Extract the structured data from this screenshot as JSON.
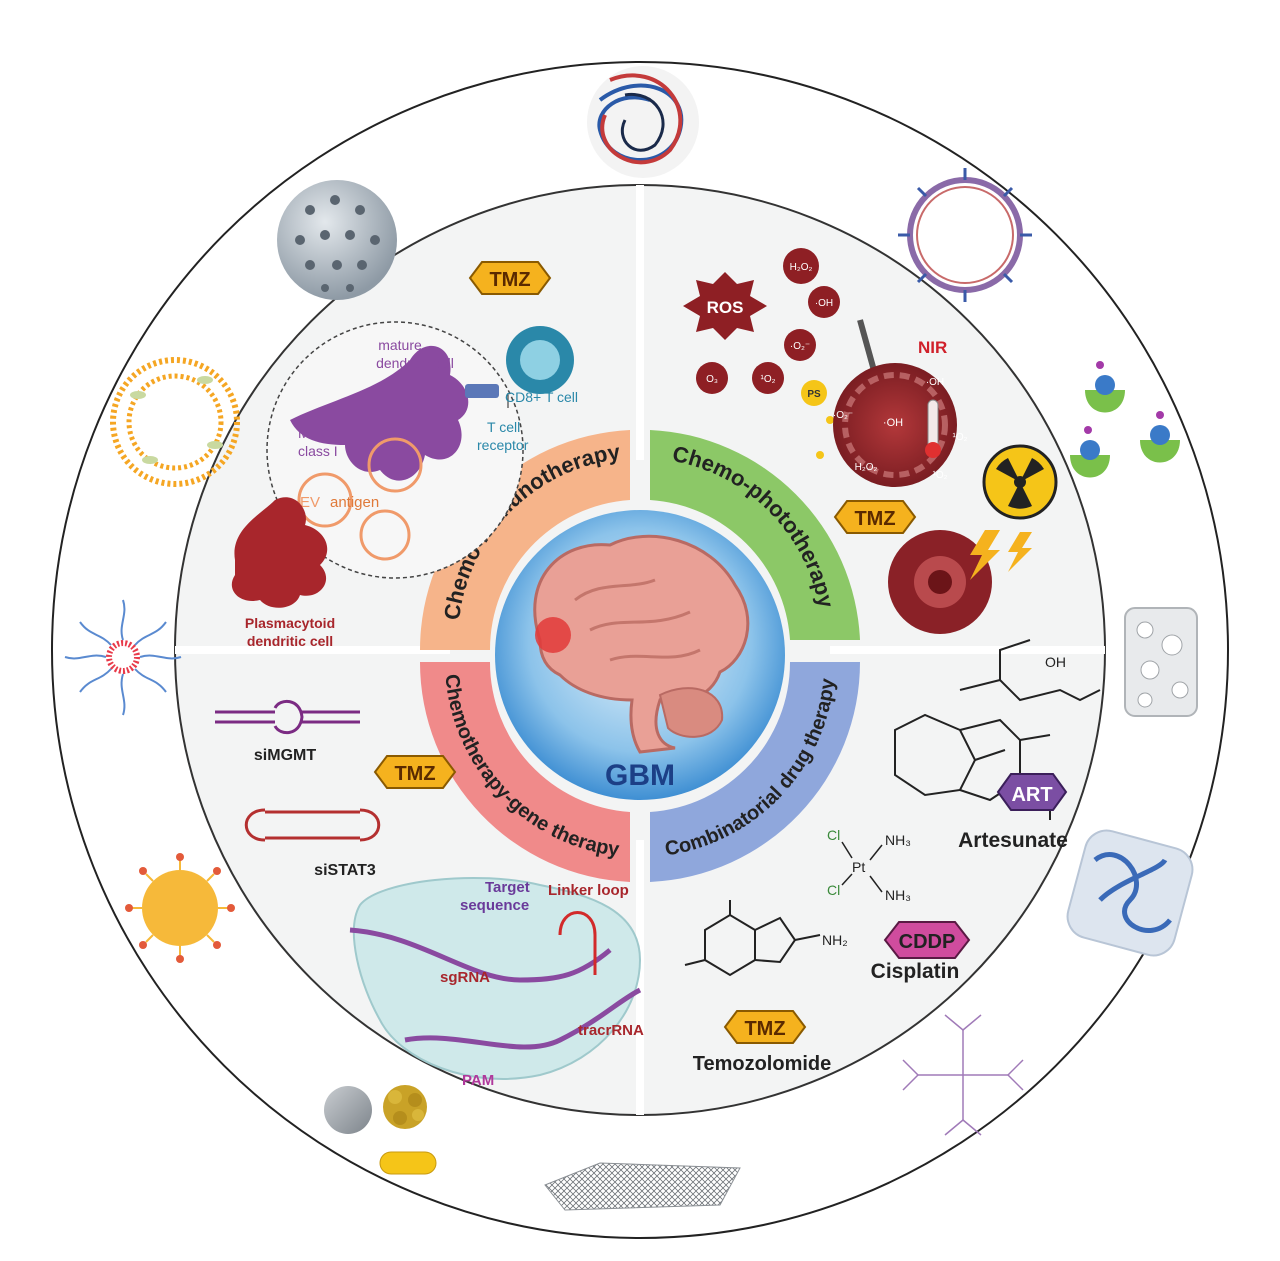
{
  "title": "Nanomedicine-based combination therapies for overcoming temozolomide resistance in glioblastoma",
  "center": {
    "label": "GBM"
  },
  "ring_segments": {
    "immuno": "Chemo-immunotherapy",
    "photo": "Chemo-phototherapy",
    "gene": "Chemotherapy-gene therapy",
    "drug": "Combinatorial drug therapy"
  },
  "immunotherapy_panel": {
    "tmz": "TMZ",
    "mature_dc_1": "mature",
    "mature_dc_2": "dendritic cell",
    "cd8": "CD8+ T cell",
    "tcr_1": "T cell",
    "tcr_2": "receptor",
    "mhc_1": "MHC",
    "mhc_2": "class I",
    "ev": "EV",
    "antigen": "antigen",
    "pdc_1": "Plasmacytoid",
    "pdc_2": "dendritic cell"
  },
  "phototherapy_panel": {
    "ros": "ROS",
    "h2o2_a": "H₂O₂",
    "oh_a": "·OH",
    "o2m_a": "·O₂⁻",
    "o3": "O₃",
    "singlet_a": "¹O₂",
    "nir": "NIR",
    "ps": "PS",
    "tumor_oh_1": "·OH",
    "tumor_oh_2": "·OH",
    "tumor_o2m": "·O₂⁻",
    "tumor_singlet_1": "¹O₂",
    "tumor_singlet_2": "¹O₂",
    "tumor_h2o2": "H₂O₂",
    "tmz": "TMZ"
  },
  "gene_panel": {
    "simgmt": "siMGMT",
    "tmz": "TMZ",
    "sistat3": "siSTAT3",
    "target_1": "Target",
    "target_2": "sequence",
    "linker": "Linker loop",
    "sgrna": "sgRNA",
    "tracrrna": "tracrRNA",
    "pam": "PAM"
  },
  "drug_panel": {
    "oh": "OH",
    "art": "ART",
    "artesunate": "Artesunate",
    "cl_1": "Cl",
    "cl_2": "Cl",
    "nh3_1": "NH₃",
    "nh3_2": "NH₃",
    "pt": "Pt",
    "cddp": "CDDP",
    "cisplatin": "Cisplatin",
    "nh2": "NH₂",
    "tmz": "TMZ",
    "temozolomide": "Temozolomide"
  },
  "colors": {
    "tmz_fill": "#f5b21e",
    "tmz_text": "#5a2a00",
    "immuno_ring": "#f6b48a",
    "photo_ring": "#8cc867",
    "gene_ring": "#f08a8a",
    "drug_ring": "#8fa7dc",
    "art_fill": "#7b4ea3",
    "cddp_fill": "#d04c9e",
    "center_blue": "#3f8fd3"
  }
}
